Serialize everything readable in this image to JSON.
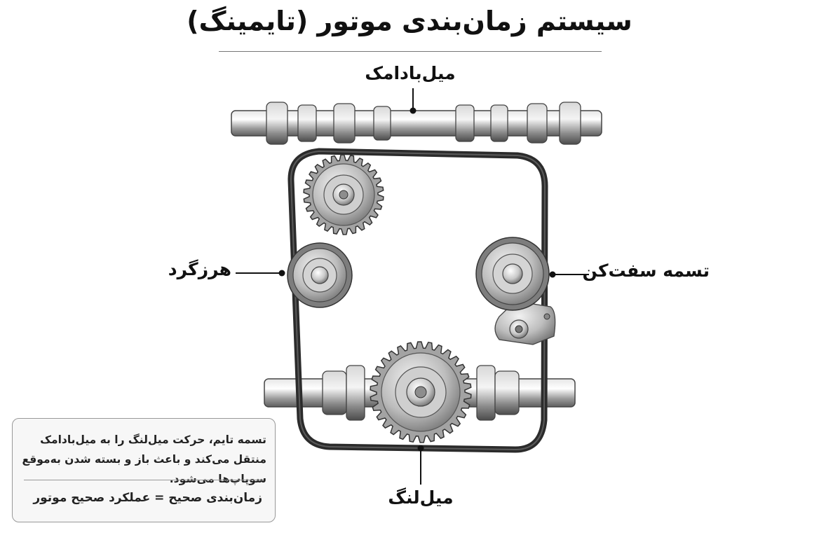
{
  "title": "سیستم زمان‌بندی موتور (تایمینگ)",
  "labels": {
    "camshaft": "میل‌بادامک",
    "idler": "هرزگرد",
    "tensioner": "تسمه سفت‌کن",
    "crankshaft": "میل‌لنگ"
  },
  "note": {
    "description": "تسمه تایم، حرکت میل‌لنگ را به میل‌بادامک منتقل می‌کند و باعث باز و بسته شدن به‌موقع سوپاپ‌ها می‌شود.",
    "summary": "زمان‌بندی صحیح = عملکرد صحیح موتور"
  },
  "colors": {
    "belt": "#2b2b2b",
    "metal": "#9a9a9a",
    "text": "#111111"
  }
}
